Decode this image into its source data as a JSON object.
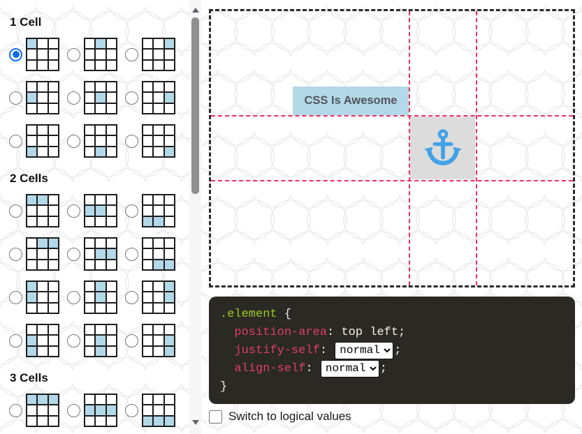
{
  "theme": {
    "accent_pink": "#ed2e63",
    "container_border": "#2b2b2b",
    "highlight_blue": "#b3d8e7",
    "anchor_cell_gray": "#dcdcdc",
    "anchor_icon_blue": "#42a2e8",
    "radio_selected_blue": "#0f6ef2",
    "code_bg": "#2a2923",
    "code_selector_green": "#9cc927",
    "code_property_pink": "#e13d6d",
    "code_text": "#f2f2f2"
  },
  "icons": {
    "anchor": "anchor-icon",
    "scrollbar_up": "triangle-up-icon",
    "scrollbar_down": "triangle-down-icon"
  },
  "sidebar": {
    "sections": [
      {
        "label": "1 Cell",
        "items": [
          {
            "cells": [
              0
            ],
            "selected": true
          },
          {
            "cells": [
              1
            ]
          },
          {
            "cells": [
              2
            ]
          },
          {
            "cells": [
              3
            ]
          },
          {
            "cells": [
              4
            ]
          },
          {
            "cells": [
              5
            ]
          },
          {
            "cells": [
              6
            ]
          },
          {
            "cells": [
              7
            ]
          },
          {
            "cells": [
              8
            ]
          }
        ]
      },
      {
        "label": "2 Cells",
        "items": [
          {
            "cells": [
              0,
              1
            ]
          },
          {
            "cells": [
              3,
              4
            ]
          },
          {
            "cells": [
              6,
              7
            ]
          },
          {
            "cells": [
              1,
              2
            ]
          },
          {
            "cells": [
              4,
              5
            ]
          },
          {
            "cells": [
              7,
              8
            ]
          },
          {
            "cells": [
              0,
              3
            ]
          },
          {
            "cells": [
              1,
              4
            ]
          },
          {
            "cells": [
              2,
              5
            ]
          },
          {
            "cells": [
              3,
              6
            ]
          },
          {
            "cells": [
              4,
              7
            ]
          },
          {
            "cells": [
              5,
              8
            ]
          }
        ]
      },
      {
        "label": "3 Cells",
        "items": [
          {
            "cells": [
              0,
              1,
              2
            ]
          },
          {
            "cells": [
              3,
              4,
              5
            ]
          },
          {
            "cells": [
              6,
              7,
              8
            ]
          }
        ]
      }
    ]
  },
  "preview": {
    "element_label": "CSS Is Awesome"
  },
  "code": {
    "position_area_value": "top left",
    "justify_self_value": "normal",
    "align_self_value": "normal",
    "lines": [
      [
        {
          "text": ".element",
          "type": "selector"
        },
        {
          "text": " {",
          "type": "plain"
        }
      ],
      [
        {
          "text": "  ",
          "type": "plain"
        },
        {
          "text": "position-area",
          "type": "property"
        },
        {
          "text": ": ",
          "type": "plain"
        },
        {
          "text": "top left;",
          "type": "plain"
        }
      ],
      [
        {
          "text": "  ",
          "type": "plain"
        },
        {
          "text": "justify-self",
          "type": "property"
        },
        {
          "text": ": ",
          "type": "plain"
        },
        {
          "type": "select",
          "value": "normal",
          "name": "justify-self-select"
        },
        {
          "text": ";",
          "type": "plain"
        }
      ],
      [
        {
          "text": "  ",
          "type": "plain"
        },
        {
          "text": "align-self",
          "type": "property"
        },
        {
          "text": ": ",
          "type": "plain"
        },
        {
          "type": "select",
          "value": "normal",
          "name": "align-self-select"
        },
        {
          "text": ";",
          "type": "plain"
        }
      ],
      [
        {
          "text": "}",
          "type": "plain"
        }
      ]
    ]
  },
  "footer": {
    "checkbox_label": "Switch to logical values",
    "checked": false
  }
}
